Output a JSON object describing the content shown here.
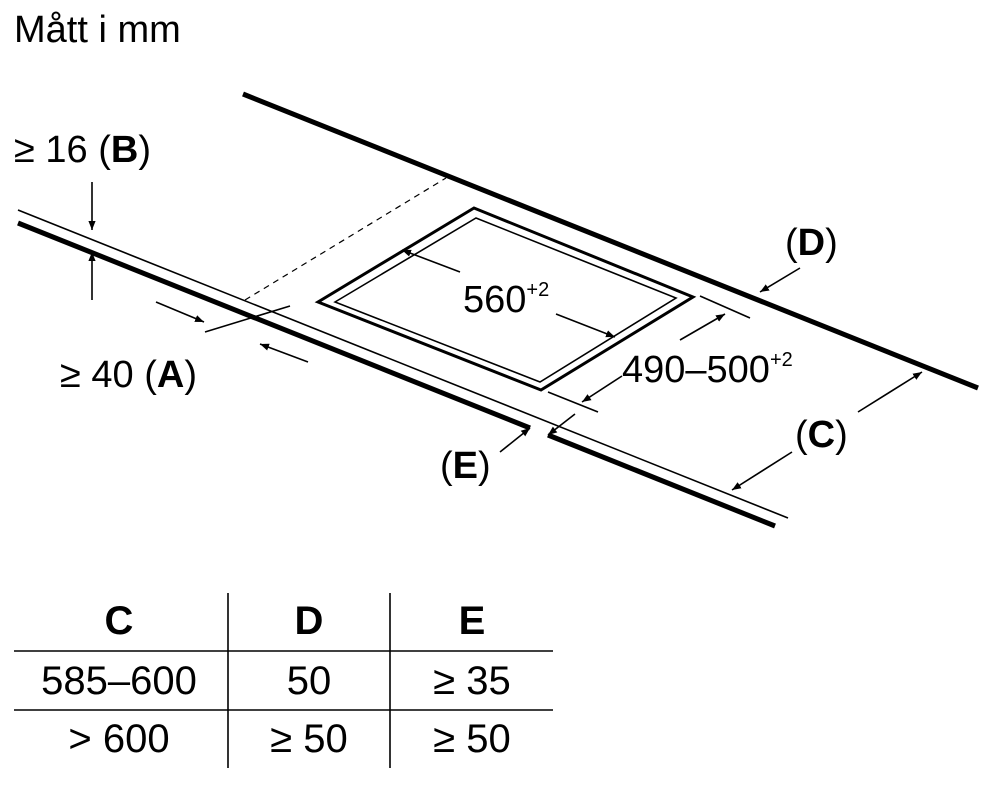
{
  "title": "Mått i mm",
  "labels": {
    "b_prefix": "≥ 16 (",
    "b_letter": "B",
    "b_suffix": ")",
    "a_prefix": "≥ 40 (",
    "a_letter": "A",
    "a_suffix": ")",
    "d_open": "(",
    "d_letter": "D",
    "d_close": ")",
    "c_open": "(",
    "c_letter": "C",
    "c_close": ")",
    "e_open": "(",
    "e_letter": "E",
    "e_close": ")",
    "width_value": "560",
    "width_tol": "+2",
    "depth_value": "490–500",
    "depth_tol": "+2"
  },
  "table": {
    "headers": [
      "C",
      "D",
      "E"
    ],
    "rows": [
      [
        "585–600",
        "50",
        "≥ 35"
      ],
      [
        "> 600",
        "≥ 50",
        "≥ 50"
      ]
    ]
  }
}
